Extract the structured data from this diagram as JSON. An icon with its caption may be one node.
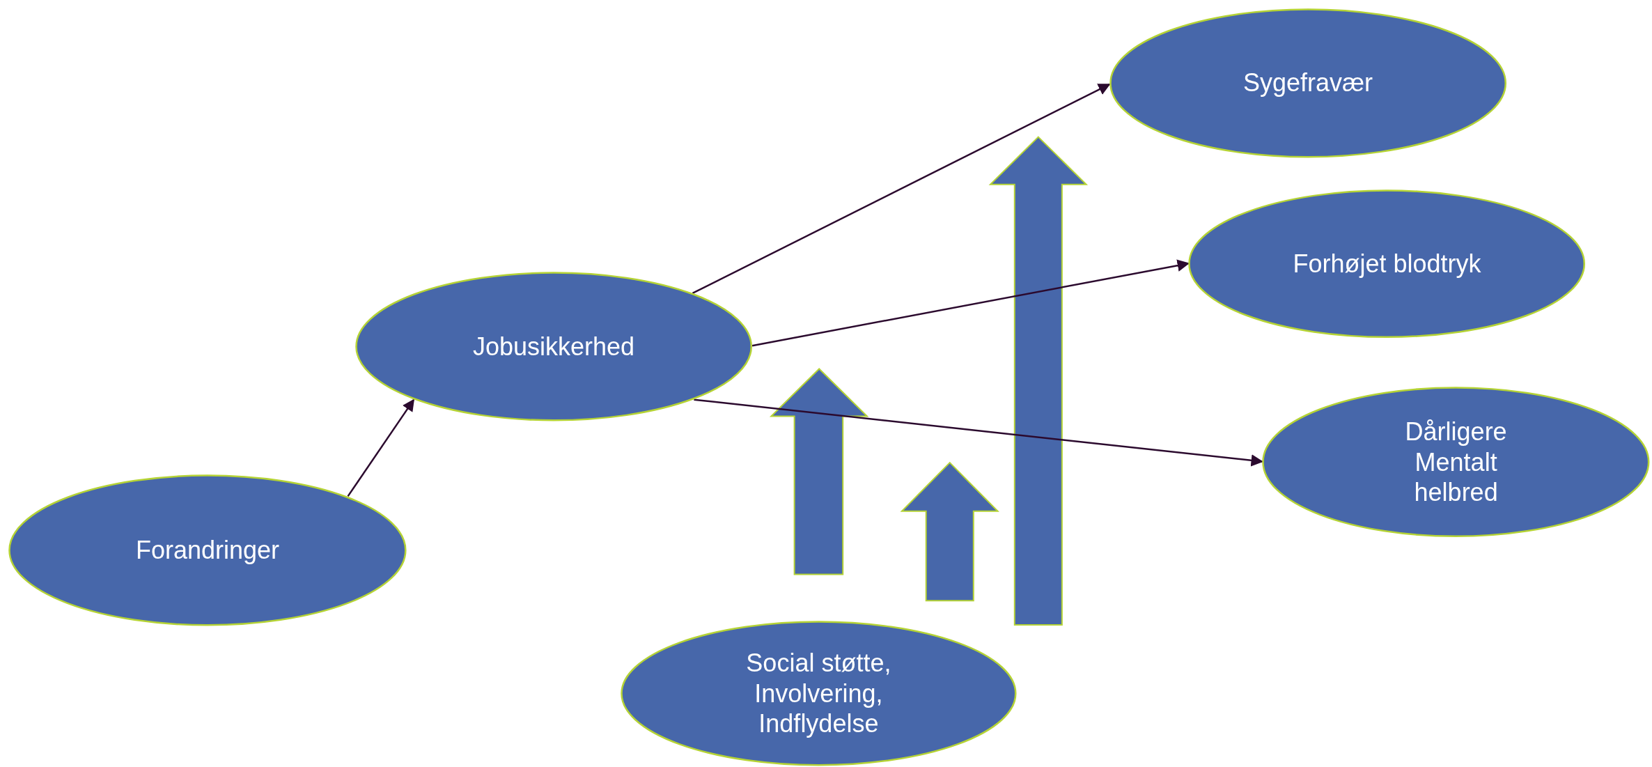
{
  "diagram": {
    "nodes": [
      {
        "text": [
          "Forandringer"
        ]
      },
      {
        "text": [
          "Jobusikkerhed"
        ]
      },
      {
        "text": [
          "Sygefravær"
        ]
      },
      {
        "text": [
          "Forhøjet blodtryk"
        ]
      },
      {
        "text": [
          "Dårligere Mentalt helbred"
        ]
      },
      {
        "text": [
          "Social støtte, Involvering, Indflydelse"
        ]
      }
    ],
    "edges": [
      {
        "from": 0,
        "to": 1,
        "arrow": "to"
      },
      {
        "from": 1,
        "to": 2,
        "arrow": "to"
      },
      {
        "from": 1,
        "to": 3,
        "arrow": "to"
      },
      {
        "from": 1,
        "to": 4,
        "arrow": "to"
      },
      {
        "from": 5,
        "to": null,
        "arrow": "to",
        "style": "thick"
      },
      {
        "from": 5,
        "to": null,
        "arrow": "to",
        "style": "thick"
      },
      {
        "from": 5,
        "to": null,
        "arrow": "to",
        "style": "thick"
      }
    ]
  }
}
